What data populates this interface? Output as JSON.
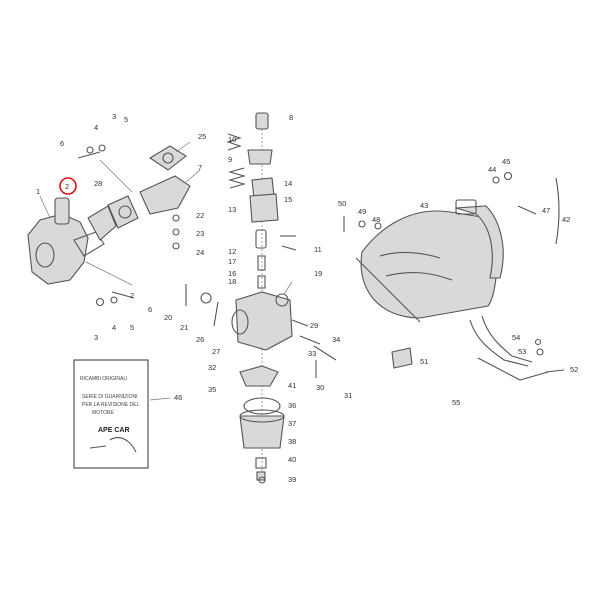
{
  "diagram": {
    "callouts": [
      "1",
      "3",
      "4",
      "6",
      "28",
      "2",
      "25",
      "7",
      "22",
      "23",
      "24",
      "8",
      "10",
      "9",
      "14",
      "13",
      "15",
      "11",
      "12",
      "17",
      "18",
      "19",
      "16",
      "20",
      "21",
      "26",
      "27",
      "29",
      "34",
      "33",
      "32",
      "35",
      "41",
      "36",
      "37",
      "38",
      "40",
      "39",
      "30",
      "31",
      "45",
      "44",
      "43",
      "50",
      "49",
      "48",
      "47",
      "42",
      "51",
      "54",
      "53",
      "52",
      "55",
      "46",
      "5",
      "2",
      "3",
      "4",
      "5",
      "6"
    ],
    "card": {
      "header": "RICAMBI ORIGINALI",
      "lines": [
        "SERIE DI GUARNIZIONI",
        "PER LA REVISIONE DEL",
        "MOTORE"
      ],
      "model": "APE CAR"
    },
    "highlight_color": "#e01010"
  }
}
